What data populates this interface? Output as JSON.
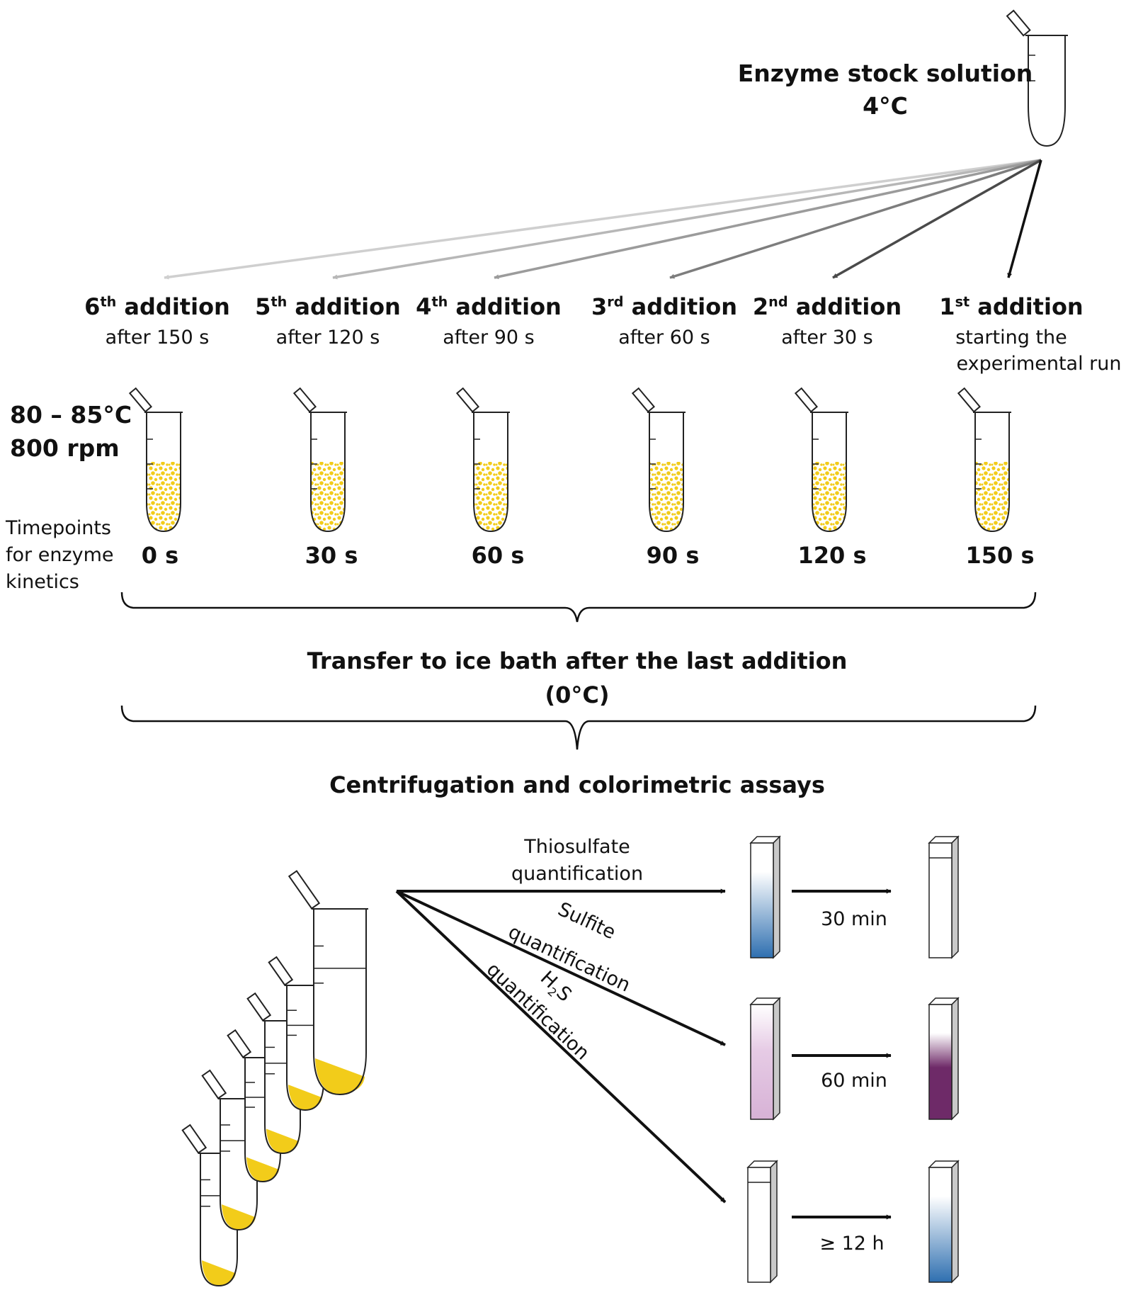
{
  "stock": {
    "title": "Enzyme stock solution",
    "temp": "4°C"
  },
  "additions": [
    {
      "ord": "6",
      "sup": "th",
      "word": "addition",
      "when": "after 150 s",
      "when2": ""
    },
    {
      "ord": "5",
      "sup": "th",
      "word": "addition",
      "when": "after 120 s",
      "when2": ""
    },
    {
      "ord": "4",
      "sup": "th",
      "word": "addition",
      "when": "after 90 s",
      "when2": ""
    },
    {
      "ord": "3",
      "sup": "rd",
      "word": "addition",
      "when": "after 60 s",
      "when2": ""
    },
    {
      "ord": "2",
      "sup": "nd",
      "word": "addition",
      "when": "after 30 s",
      "when2": ""
    },
    {
      "ord": "1",
      "sup": "st",
      "word": "addition",
      "when": "starting the",
      "when2": "experimental run"
    }
  ],
  "conditions": {
    "temp": "80 – 85°C",
    "rpm": "800 rpm"
  },
  "timepoints_label": [
    "Timepoints",
    "for enzyme",
    "kinetics"
  ],
  "timepoints": [
    "0 s",
    "30 s",
    "60 s",
    "90 s",
    "120 s",
    "150 s"
  ],
  "transfer": {
    "line1": "Transfer to ice bath after the last addition",
    "line2": "(0°C)"
  },
  "assays_title": "Centrifugation and colorimetric assays",
  "assays": [
    {
      "label1": "Thiosulfate",
      "label2": "quantification",
      "time": "30 min",
      "color": "#2e6fb0"
    },
    {
      "label1": "Sulfite",
      "label2": "quantification",
      "time": "60 min",
      "color": "#6e2a68"
    },
    {
      "label1": "H",
      "label1_sub": "2",
      "label1_end": "S",
      "label2": "quantification",
      "time": "≥ 12 h",
      "color": "#2e6fb0"
    }
  ],
  "colors": {
    "yellow": "#f2cc1a",
    "blue": "#2e6fb0",
    "pink": "#d9b5d8",
    "purple": "#6e2a68"
  }
}
